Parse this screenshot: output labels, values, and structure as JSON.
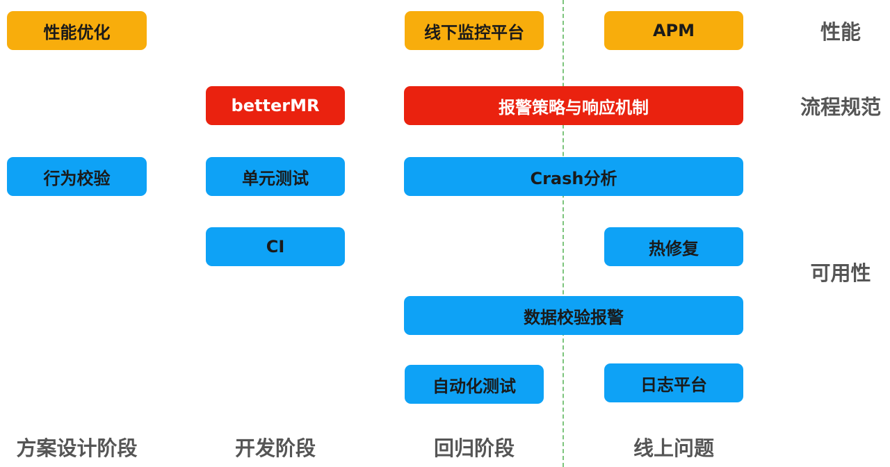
{
  "colors": {
    "performance": "#f8ad0c",
    "process": "#ea220f",
    "availability": "#0ea2f6",
    "divider": "#7cc47c"
  },
  "categories": {
    "performance": "性能",
    "process": "流程规范",
    "availability": "可用性"
  },
  "stages": {
    "design": "方案设计阶段",
    "dev": "开发阶段",
    "regression": "回归阶段",
    "online": "线上问题"
  },
  "boxes": {
    "perf_optimize": "性能优化",
    "offline_monitor": "线下监控平台",
    "apm": "APM",
    "better_mr": "betterMR",
    "alert_policy": "报警策略与响应机制",
    "behavior_check": "行为校验",
    "unit_test": "单元测试",
    "crash_analysis": "Crash分析",
    "ci": "CI",
    "hotfix": "热修复",
    "data_check_alert": "数据校验报警",
    "auto_test": "自动化测试",
    "log_platform": "日志平台"
  }
}
